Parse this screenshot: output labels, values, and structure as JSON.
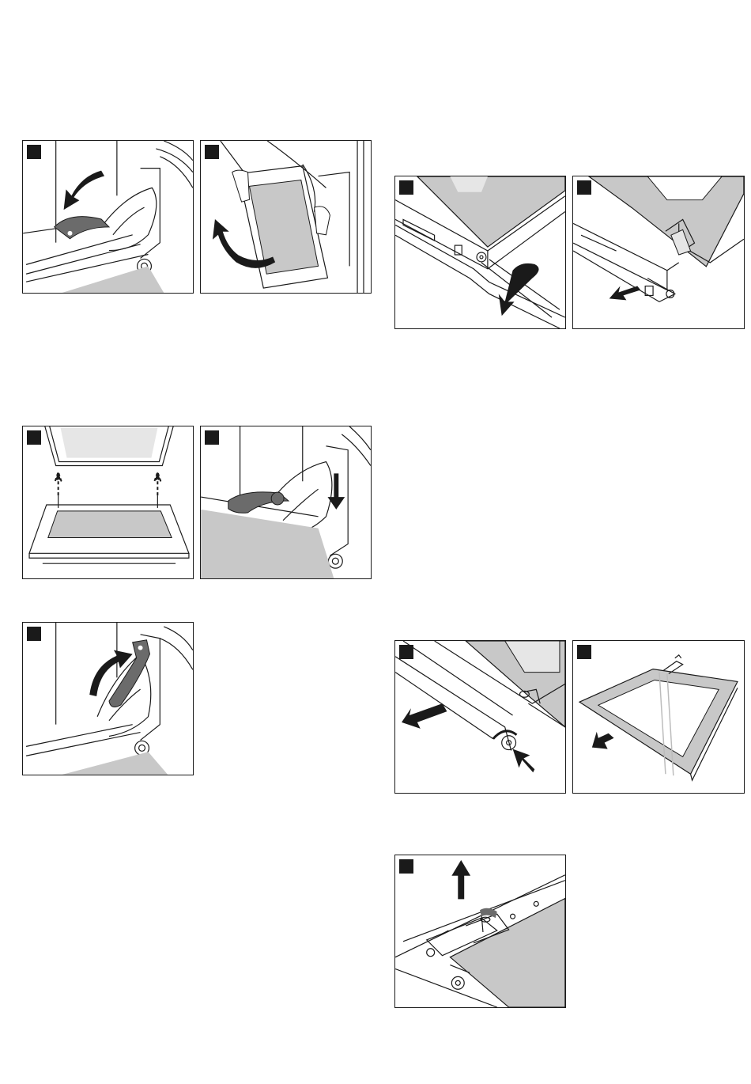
{
  "document": {
    "panels": [
      {
        "id": "p1",
        "icon": "hinge-lever-fold-down-icon"
      },
      {
        "id": "p2",
        "icon": "door-lift-off-icon"
      },
      {
        "id": "p3",
        "icon": "door-glass-hooks-icon"
      },
      {
        "id": "p4",
        "icon": "hinge-slot-insert-icon"
      },
      {
        "id": "p5",
        "icon": "hinge-lever-fold-up-icon"
      },
      {
        "id": "p6",
        "icon": "door-trim-screw-icon"
      },
      {
        "id": "p7",
        "icon": "door-trim-remove-icon"
      },
      {
        "id": "p8",
        "icon": "door-rod-remove-icon"
      },
      {
        "id": "p9",
        "icon": "inner-glass-remove-icon"
      },
      {
        "id": "p10",
        "icon": "glass-clip-screw-icon"
      }
    ],
    "colors": {
      "line": "#1a1a1a",
      "grey_fill": "#c8c8c8",
      "dark_fill": "#6b6b6b",
      "light_fill": "#e6e6e6"
    }
  }
}
